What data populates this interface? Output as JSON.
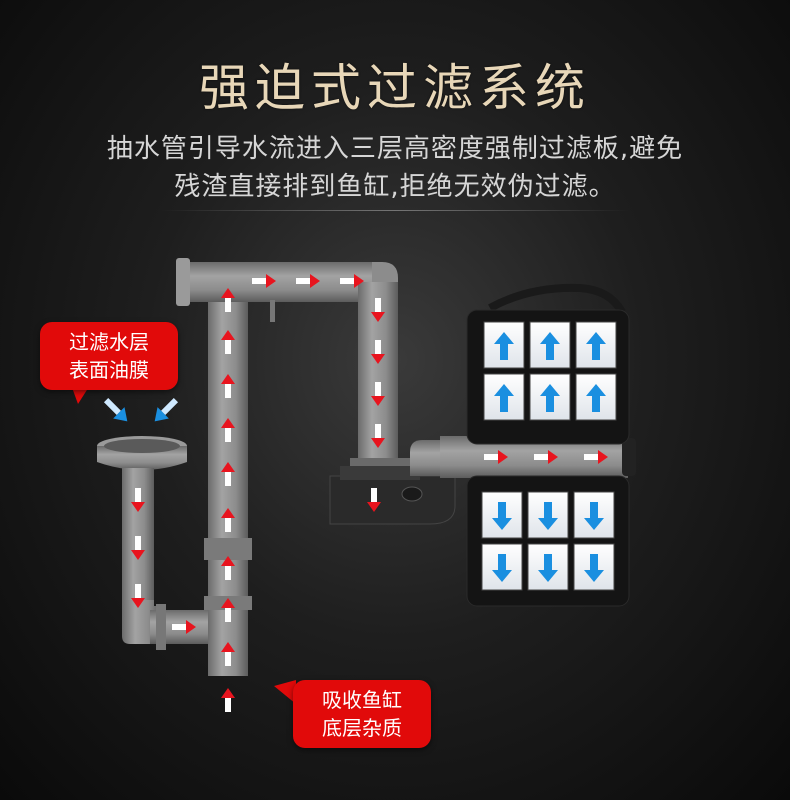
{
  "title": "强迫式过滤系统",
  "subtitle_line1": "抽水管引导水流进入三层高密度强制过滤板,避免",
  "subtitle_line2": "残渣直接排到鱼缸,拒绝无效伪过滤。",
  "callout_surface": {
    "line1": "过滤水层",
    "line2": "表面油膜"
  },
  "callout_bottom": {
    "line1": "吸收鱼缸",
    "line2": "底层杂质"
  },
  "colors": {
    "title": "#e8d7b8",
    "callout_bg": "#e10a0a",
    "pipe": "#8a8a8a",
    "arrow_red": "#e8141e",
    "arrow_blue": "#1a8fe0",
    "filter_panel": "#141414"
  }
}
